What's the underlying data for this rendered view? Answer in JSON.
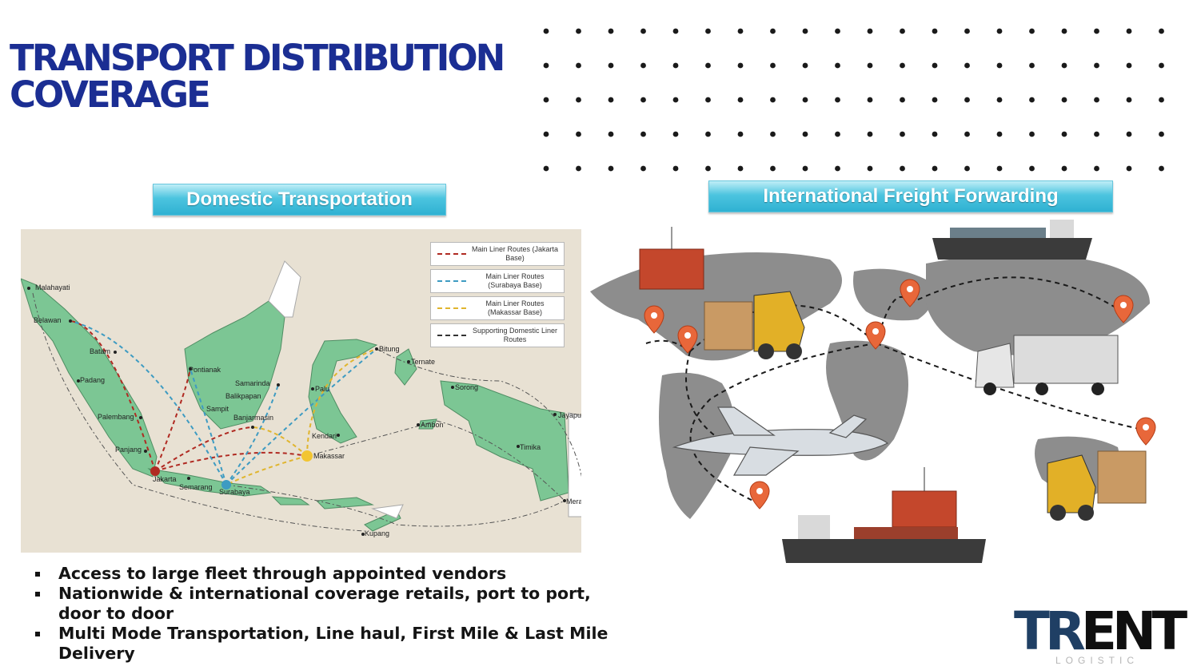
{
  "slide": {
    "title_line1": "TRANSPORT DISTRIBUTION",
    "title_line2": "COVERAGE",
    "colors": {
      "title": "#1b2e93",
      "label_gradient": "#2fb1d2",
      "logo_tr": "#1f3f64"
    }
  },
  "domestic": {
    "label": "Domestic Transportation",
    "legend": [
      {
        "text": "Main Liner Routes (Jakarta Base)",
        "color": "#b02a22"
      },
      {
        "text": "Main Liner Routes (Surabaya Base)",
        "color": "#3e9bc2"
      },
      {
        "text": "Main Liner Routes (Makassar Base)",
        "color": "#e0b52e"
      },
      {
        "text": "Supporting Domestic Liner Routes",
        "color": "#333333"
      }
    ],
    "cities": [
      "Malahayati",
      "Belawan",
      "Batam",
      "Padang",
      "Palembang",
      "Panjang",
      "Jakarta",
      "Semarang",
      "Surabaya",
      "Pontianak",
      "Samarinda",
      "Balikpapan",
      "Sampit",
      "Banjarmasin",
      "Palu",
      "Bitung",
      "Ternate",
      "Sorong",
      "Kendari",
      "Makassar",
      "Ambon",
      "Jayapura",
      "Timika",
      "Merauk",
      "Kupang"
    ]
  },
  "international": {
    "label": "International Freight Forwarding",
    "icons": [
      "world-map-icon",
      "cargo-ship-icon",
      "shipping-container-icon",
      "forklift-icon",
      "truck-icon",
      "airplane-icon",
      "location-pin-icon"
    ]
  },
  "bullets": [
    "Access to large fleet through appointed vendors",
    "Nationwide & international coverage retails, port to port, door to door",
    "Multi Mode Transportation, Line haul, First Mile & Last Mile Delivery"
  ],
  "logo": {
    "word_tr": "TR",
    "word_rest": "ENT",
    "sub": "LOGISTIC"
  }
}
